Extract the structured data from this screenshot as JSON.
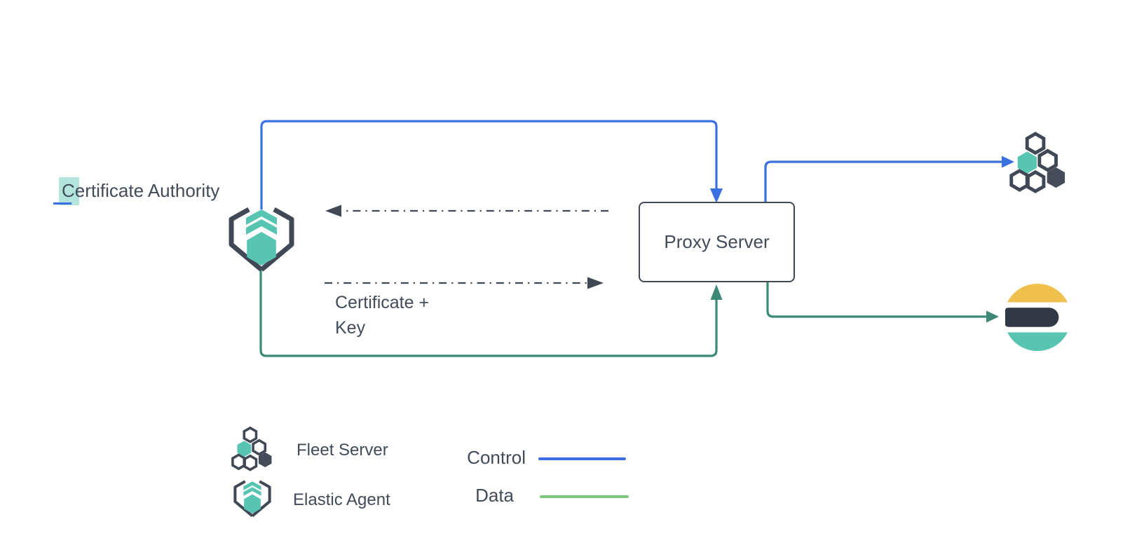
{
  "diagram": {
    "nodes": {
      "certificate_authority": {
        "label": "Certificate Authority"
      },
      "elastic_agent": {
        "icon": "elastic-agent-icon"
      },
      "proxy_server": {
        "label": "Proxy Server"
      },
      "fleet_server": {
        "icon": "fleet-server-icon"
      },
      "elasticsearch": {
        "icon": "elasticsearch-icon"
      }
    },
    "annotations": {
      "certificate_key": {
        "line1": "Certificate +",
        "line2": "Key"
      }
    },
    "edges": [
      {
        "from": "elastic-agent",
        "to": "proxy-server",
        "type": "control",
        "style": "solid",
        "color": "#3b70e2"
      },
      {
        "from": "elastic-agent",
        "to": "proxy-server",
        "type": "data",
        "style": "solid",
        "color": "#3a8a75"
      },
      {
        "from": "proxy-server",
        "to": "fleet-server",
        "type": "control",
        "style": "solid",
        "color": "#3b70e2"
      },
      {
        "from": "proxy-server",
        "to": "elasticsearch",
        "type": "data",
        "style": "solid",
        "color": "#3a8a75"
      },
      {
        "from": "proxy-server",
        "to": "elastic-agent",
        "type": "certificate-exchange",
        "style": "dash-dot",
        "color": "#3f4854"
      },
      {
        "from": "elastic-agent",
        "to": "proxy-server",
        "type": "certificate-exchange",
        "style": "dash-dot",
        "color": "#3f4854"
      }
    ]
  },
  "legend": {
    "items": [
      {
        "icon": "fleet-server-icon",
        "label": "Fleet Server"
      },
      {
        "icon": "elastic-agent-icon",
        "label": "Elastic Agent"
      }
    ],
    "lines": [
      {
        "label": "Control",
        "color": "#3b70e2"
      },
      {
        "label": "Data",
        "color": "#7cc87c"
      }
    ]
  },
  "colors": {
    "control-blue": "#3b70e2",
    "data-green-dark": "#3a8a75",
    "data-green-light": "#7cc87c",
    "slate": "#3f4854",
    "text": "#414b5a",
    "teal": "#57c5b2",
    "dark-fill": "#454b59",
    "es-yellow": "#f0c04f",
    "es-dark": "#333846",
    "highlight-teal": "rgba(87,197,178,0.45)",
    "background": "#ffffff"
  }
}
